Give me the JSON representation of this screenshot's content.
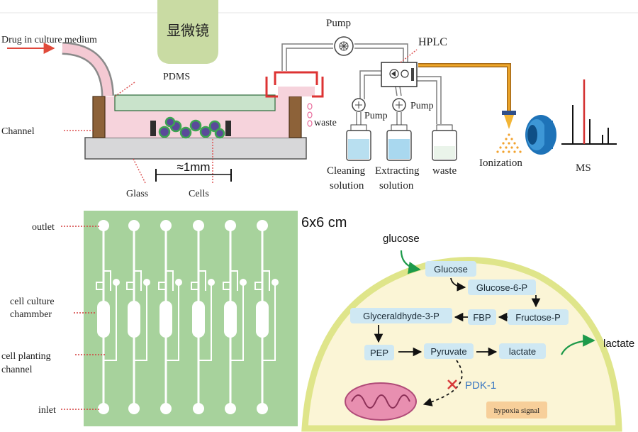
{
  "top_diagram": {
    "microscope": "显微镜",
    "drug_label": "Drug in culture medium",
    "pdms": "PDMS",
    "channel": "Channel",
    "glass": "Glass",
    "cells": "Cells",
    "scale": "≈1mm",
    "pump_top": "Pump",
    "hplc": "HPLC",
    "waste_top": "waste",
    "pump_left": "Pump",
    "pump_right": "Pump",
    "bottles": [
      {
        "line1": "Cleaning",
        "line2": "solution"
      },
      {
        "line1": "Extracting",
        "line2": "solution"
      },
      {
        "line1": "waste",
        "line2": ""
      }
    ],
    "ionization": "Ionization",
    "ms": "MS"
  },
  "chip": {
    "size": "6x6 cm",
    "labels": {
      "outlet": "outlet",
      "culture_line1": "cell culture",
      "culture_line2": "chammber",
      "planting_line1": "cell  planting",
      "planting_line2": "channel",
      "inlet": "inlet"
    },
    "colors": {
      "bg": "#a7d29c",
      "channel": "#ffffff",
      "marker": "#d43f3f"
    }
  },
  "pathway": {
    "glucose_in": "glucose",
    "lactate_out": "lactate",
    "nodes": {
      "glucose": "Glucose",
      "g6p": "Glucose-6-P",
      "fructose_p": "Fructose-P",
      "fbp": "FBP",
      "g3p": "Glyceraldhyde-3-P",
      "pep": "PEP",
      "pyruvate": "Pyruvate",
      "lactate": "lactate"
    },
    "pdk1": "PDK-1",
    "hypoxia": "hypoxia signal",
    "colors": {
      "cell": "#fbf5d6",
      "membrane": "#dfe58a",
      "node": "#cfe8f3",
      "mito": "#e88fb0",
      "arrow_green": "#1d9a4a",
      "inhibit": "#d83b3b",
      "pdk": "#3a78c2"
    }
  }
}
